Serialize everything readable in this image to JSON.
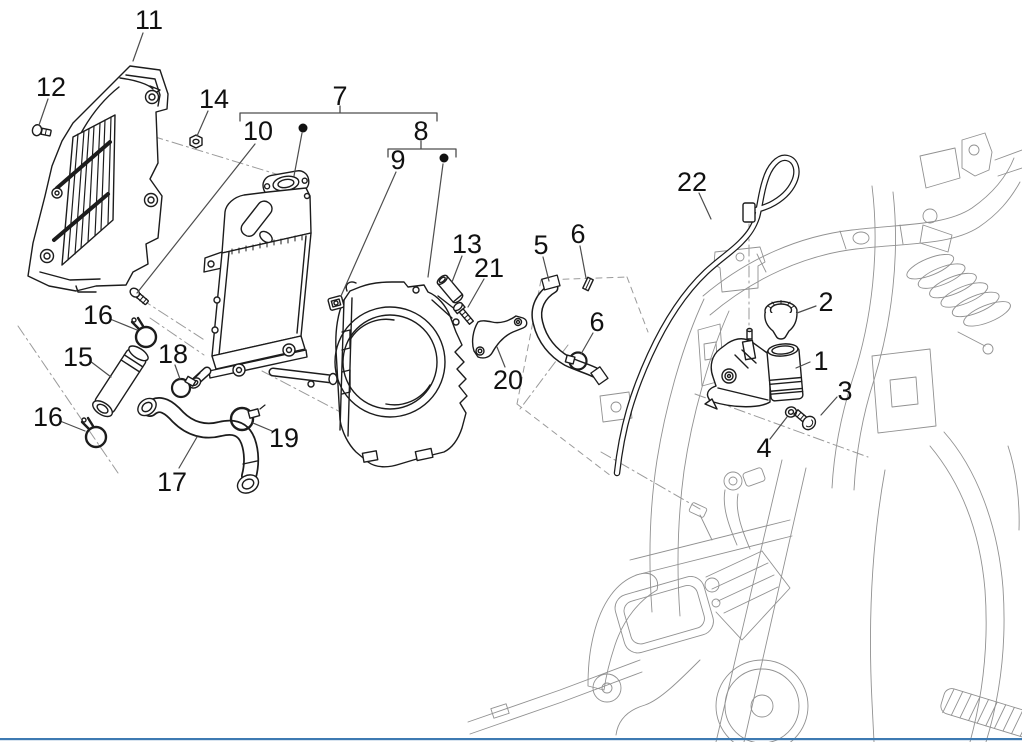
{
  "figure": {
    "type": "exploded-parts-diagram",
    "callouts": {
      "c1": {
        "label": "1"
      },
      "c2": {
        "label": "2"
      },
      "c3": {
        "label": "3"
      },
      "c4": {
        "label": "4"
      },
      "c5": {
        "label": "5"
      },
      "c6a": {
        "label": "6"
      },
      "c6b": {
        "label": "6"
      },
      "c7": {
        "label": "7"
      },
      "c8": {
        "label": "8"
      },
      "c9": {
        "label": "9"
      },
      "c10": {
        "label": "10"
      },
      "c11": {
        "label": "11"
      },
      "c12": {
        "label": "12"
      },
      "c13": {
        "label": "13"
      },
      "c14": {
        "label": "14"
      },
      "c15": {
        "label": "15"
      },
      "c16a": {
        "label": "16"
      },
      "c16b": {
        "label": "16"
      },
      "c17": {
        "label": "17"
      },
      "c18": {
        "label": "18"
      },
      "c19": {
        "label": "19"
      },
      "c20": {
        "label": "20"
      },
      "c21": {
        "label": "21"
      },
      "c22": {
        "label": "22"
      }
    },
    "colors": {
      "background": "#ffffff",
      "part_line": "#1c1c1c",
      "background_line": "#919191",
      "construction_line": "#9a9a9a",
      "leader_line": "#4d4d4d",
      "footer_rule": "#3d7ab2"
    }
  }
}
